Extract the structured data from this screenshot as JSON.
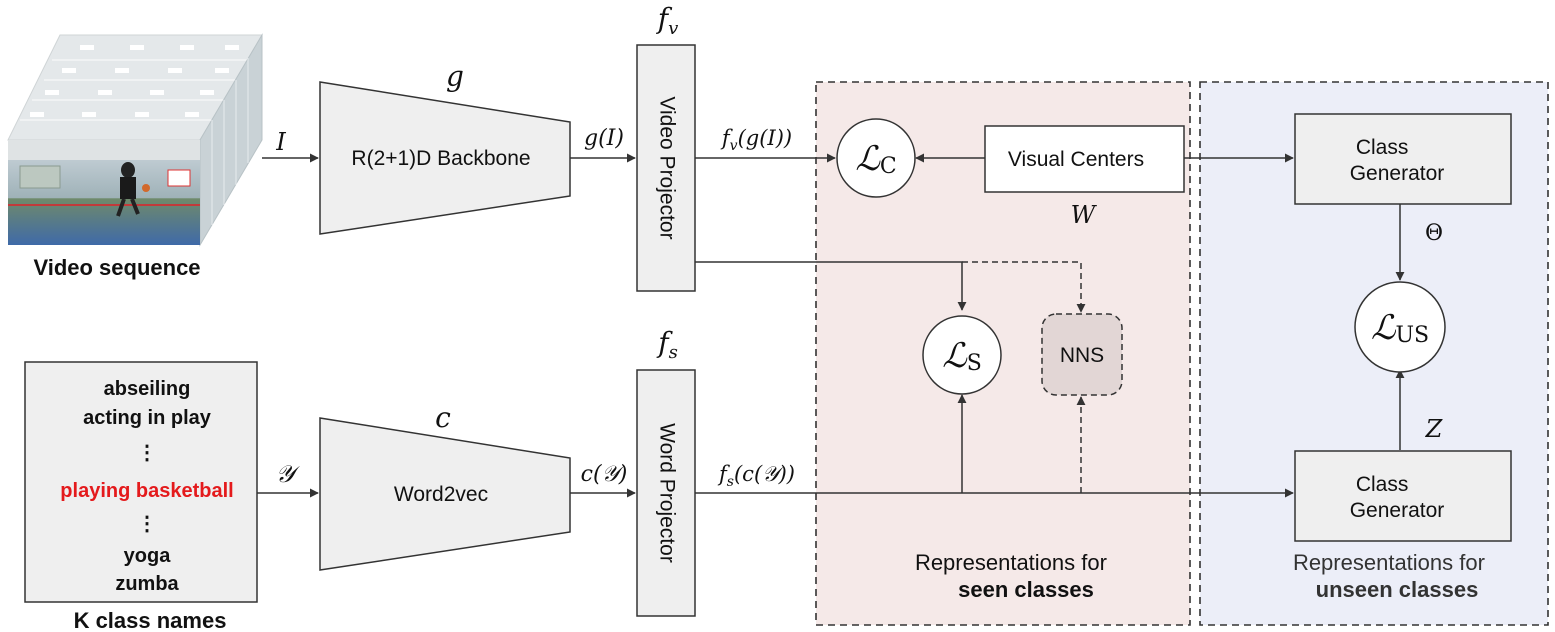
{
  "video": {
    "caption": "Video sequence"
  },
  "classes": {
    "names": [
      "abseiling",
      "acting in play",
      "⋮",
      "playing basketball",
      "⋮",
      "yoga",
      "zumba"
    ],
    "highlight_color": "#e41a1c",
    "caption": "K class names"
  },
  "backbone": {
    "label": "R(2+1)D Backbone",
    "symbol": "g",
    "input_label": "I",
    "output_label": "g(I)"
  },
  "word2vec": {
    "label": "Word2vec",
    "symbol": "c",
    "input_label": "𝒴",
    "output_label": "c(𝒴)"
  },
  "video_projector": {
    "label": "Video Projector",
    "symbol_base": "f",
    "symbol_sub": "v",
    "output_label": "f_v(g(I))"
  },
  "word_projector": {
    "label": "Word Projector",
    "symbol_base": "f",
    "symbol_sub": "s",
    "output_label": "f_s(c(𝒴))"
  },
  "seen_region": {
    "line1": "Representations for",
    "line2": "seen classes",
    "color": "#f5e9e8"
  },
  "unseen_region": {
    "line1": "Representations for",
    "line2": "unseen classes",
    "color": "#eceef8"
  },
  "losses": {
    "lc": {
      "base": "ℒ",
      "sub": "C"
    },
    "ls": {
      "base": "ℒ",
      "sub": "S"
    },
    "lus": {
      "base": "ℒ",
      "sub": "US"
    }
  },
  "visual_centers": {
    "label": "Visual Centers",
    "symbol": "W"
  },
  "nns": {
    "label": "NNS"
  },
  "class_generator_top": {
    "line1": "Class",
    "line2": "Generator"
  },
  "class_generator_bottom": {
    "line1": "Class",
    "line2": "Generator"
  },
  "theta_label": "Θ",
  "z_label": "Z"
}
